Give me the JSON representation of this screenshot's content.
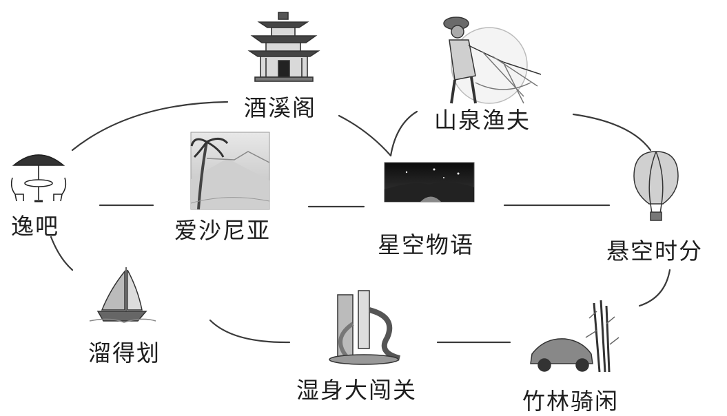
{
  "nodes": {
    "jiuxi_pavilion": "酒溪阁",
    "mountain_fisherman": "山泉渔夫",
    "yi_bar": "逸吧",
    "asania": "爱沙尼亚",
    "starry_story": "星空物语",
    "hanging_time": "悬空时分",
    "liudehua": "溜得划",
    "wet_adventure": "湿身大闯关",
    "bamboo_ride": "竹林骑闲"
  },
  "icons": {
    "jiuxi_pavilion": "pagoda-icon",
    "mountain_fisherman": "fisherman-net-icon",
    "yi_bar": "patio-umbrella-table-icon",
    "asania": "palm-beach-photo",
    "starry_story": "starry-night-photo",
    "hanging_time": "hot-air-balloon-icon",
    "liudehua": "sailboat-icon",
    "wet_adventure": "water-slide-icon",
    "bamboo_ride": "kart-bamboo-icon"
  },
  "colors": {
    "line": "#3a3a3a",
    "text": "#1e1e1e",
    "icon": "#555555"
  }
}
